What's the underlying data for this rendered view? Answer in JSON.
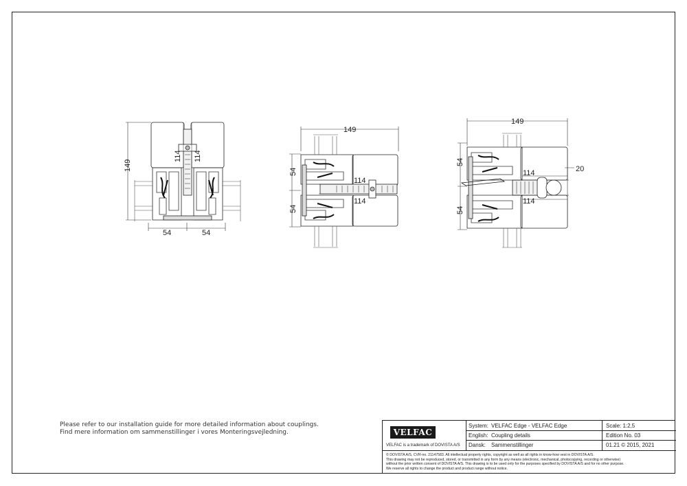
{
  "notes": {
    "en": "Please refer to our installation guide for more detailed information about couplings.",
    "da": "Find mere information om sammenstillinger i vores Monteringsvejledning."
  },
  "details": {
    "left": {
      "height": "149",
      "depth_a": "114",
      "depth_b": "114",
      "width_a": "54",
      "width_b": "54"
    },
    "middle": {
      "width": "149",
      "height_a": "54",
      "height_b": "54",
      "depth_a": "114",
      "depth_b": "114"
    },
    "right": {
      "width": "149",
      "height_a": "54",
      "height_b": "54",
      "depth_a": "114",
      "depth_b": "114",
      "gap": "20"
    }
  },
  "title_block": {
    "logo": "VELFAC",
    "trademark": "VELFAC is a trademark of DOVISTA A/S",
    "system_label": "System:",
    "system_value": "VELFAC Edge - VELFAC Edge",
    "english_label": "English:",
    "english_value": "Coupling details",
    "dansk_label": "Dansk:",
    "dansk_value": "Sammenstillinger",
    "scale": "Scale: 1:2,5",
    "edition": "Edition No. 03",
    "date": "01.21 © 2015, 2021",
    "copyright": [
      "© DOVISTA A/S, CVR-no. 21147583. All intellectual property rights, copyright as well as all rights in know-how vest in DOVISTA A/S.",
      "This drawing may not be reproduced, stored, or transmitted in any form by any means (electronic, mechanical, photocopying, recording or otherwise)",
      "without the prior written consent of DOVISTA A/S. This drawing is to be used only for the purposes specified by DOVISTA A/S and for no other purpose.",
      "We reserve all rights to change the product and product range without notice."
    ]
  }
}
